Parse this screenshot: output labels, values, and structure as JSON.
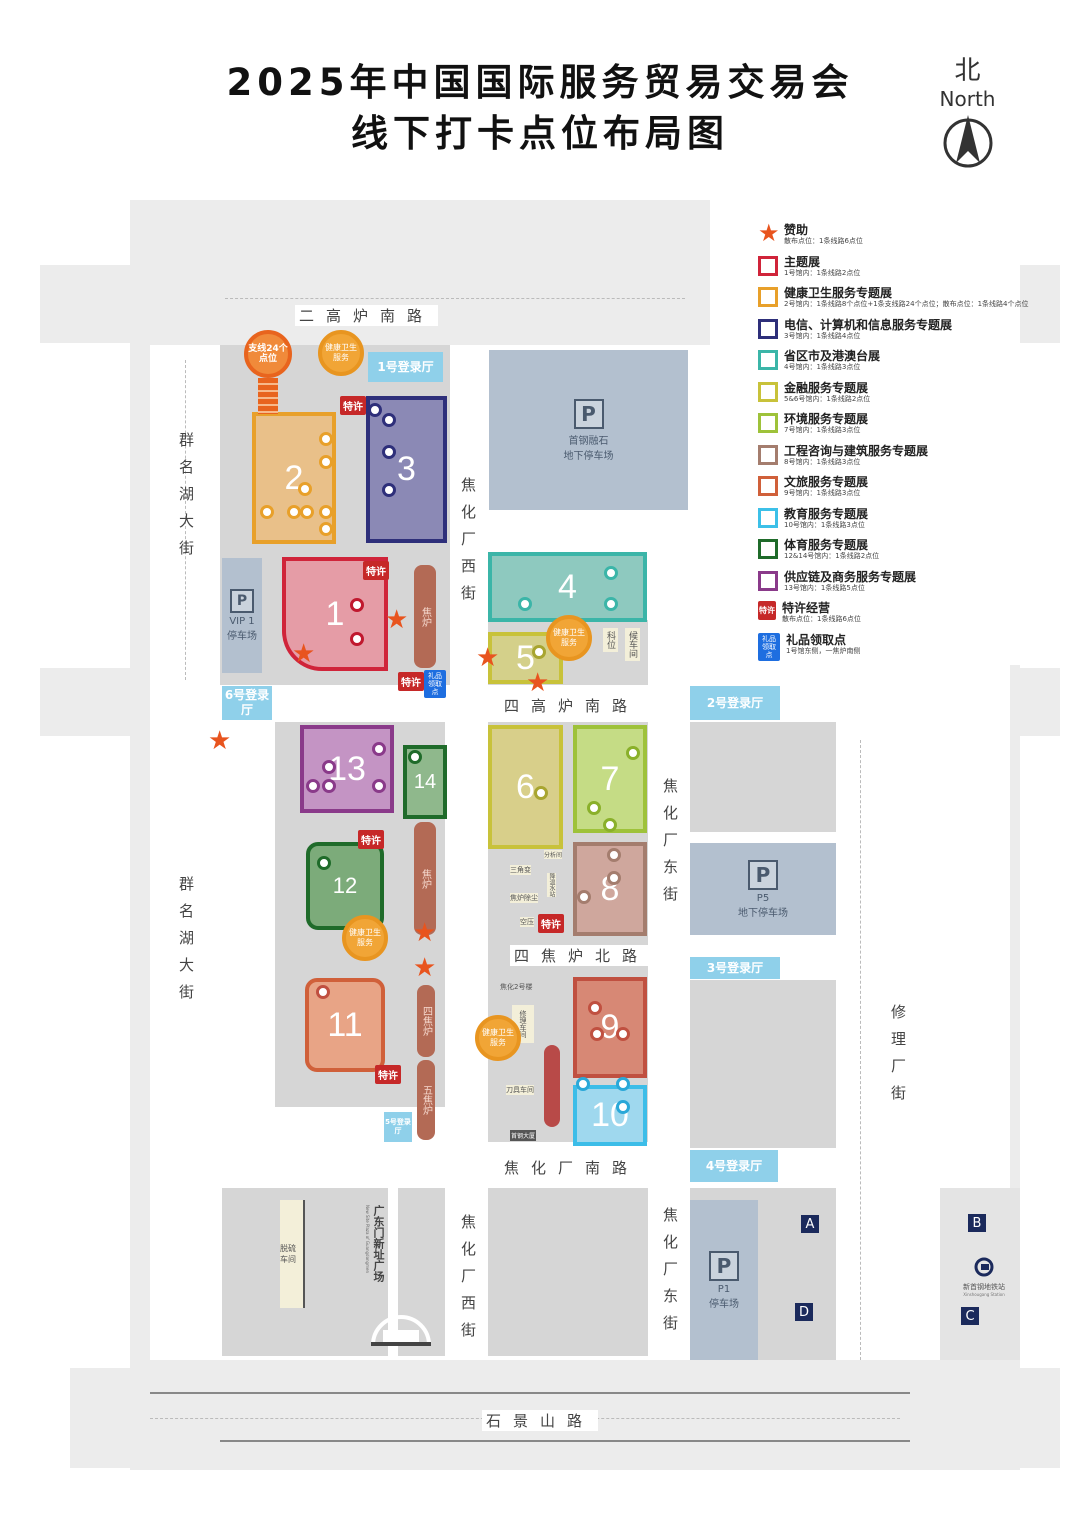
{
  "title": {
    "line1": "2025年中国国际服务贸易交易会",
    "line2": "线下打卡点位布局图"
  },
  "compass": {
    "zh": "北",
    "en": "North"
  },
  "legend": [
    {
      "icon": "star",
      "color": "#e8541e",
      "title": "赞助",
      "sub": "散布点位：1条线路6点位"
    },
    {
      "color": "#d0243a",
      "title": "主题展",
      "sub": "1号馆内：1条线路2点位"
    },
    {
      "color": "#e8a02a",
      "title": "健康卫生服务专题展",
      "sub": "2号馆内：1条线路8个点位+1条支线路24个点位；散布点位：1条线路4个点位"
    },
    {
      "color": "#2e2f7a",
      "title": "电信、计算机和信息服务专题展",
      "sub": "3号馆内：1条线路4点位"
    },
    {
      "color": "#3bb5a8",
      "title": "省区市及港澳台展",
      "sub": "4号馆内：1条线路3点位"
    },
    {
      "color": "#c8c23a",
      "title": "金融服务专题展",
      "sub": "5&6号馆内：1条线路2点位"
    },
    {
      "color": "#9ec23a",
      "title": "环境服务专题展",
      "sub": "7号馆内：1条线路3点位"
    },
    {
      "color": "#a47d6e",
      "title": "工程咨询与建筑服务专题展",
      "sub": "8号馆内：1条线路3点位"
    },
    {
      "color": "#d0603a",
      "title": "文旅服务专题展",
      "sub": "9号馆内：1条线路3点位"
    },
    {
      "color": "#3cc0e8",
      "title": "教育服务专题展",
      "sub": "10号馆内：1条线路3点位"
    },
    {
      "color": "#1f6b2a",
      "title": "体育服务专题展",
      "sub": "12&14号馆内：1条线路2点位"
    },
    {
      "color": "#8a3a8a",
      "title": "供应链及商务服务专题展",
      "sub": "13号馆内：1条线路5点位"
    },
    {
      "icon": "tx",
      "badge": "特许",
      "title": "特许经营",
      "sub": "散布点位：1条线路6点位"
    },
    {
      "icon": "gift",
      "badge": "礼品领取点",
      "title": "礼品领取点",
      "sub": "1号馆东侧，一焦炉南侧"
    }
  ],
  "roads": {
    "north": "二高炉南路",
    "mid": "四高炉南路",
    "north2": "四焦炉北路",
    "south": "焦化厂南路",
    "bottom": "石景山路",
    "west1": "群名湖大街",
    "west2": "群名湖大街",
    "west_mid": "焦化厂西街",
    "west_low": "焦化厂西街",
    "east_mid": "焦化厂东街",
    "east_low": "焦化厂东街",
    "east_far": "修理厂街"
  },
  "halls": {
    "h1": "1",
    "h2": "2",
    "h3": "3",
    "h4": "4",
    "h5": "5",
    "h6": "6",
    "h7": "7",
    "h8": "8",
    "h9": "9",
    "h10": "10",
    "h11": "11",
    "h12": "12",
    "h13": "13",
    "h14": "14"
  },
  "entrances": {
    "e1": "1号登录厅",
    "e2": "2号登录厅",
    "e3": "3号登录厅",
    "e4": "4号登录厅",
    "e5": "5号登录厅",
    "e6": "6号登录厅"
  },
  "parking": {
    "p_shougang": {
      "letter": "P",
      "name": "首钢融石\n地下停车场"
    },
    "vip": {
      "letter": "P",
      "name": "VIP 1\n停车场"
    },
    "p5": {
      "letter": "P",
      "code": "P5",
      "name": "地下停车场"
    },
    "p1": {
      "letter": "P",
      "code": "P1",
      "name": "停车场"
    }
  },
  "badges": {
    "tx": "特许",
    "gift": "礼品领取点",
    "health": "健康卫生服务",
    "branch": "支线24个点位"
  },
  "towers": {
    "t1": "焦炉",
    "t2": "焦炉",
    "t3": "四焦炉",
    "t4": "五焦炉"
  },
  "places": {
    "kewei": "科位",
    "houche": "候车间",
    "sanjiao": "三角变",
    "jiaolu_chen": "焦炉除尘",
    "fenxi": "分析间",
    "jiangyu": "降温水站",
    "kongya": "空压",
    "jiaohua2": "焦化2号楼",
    "xiuli": "修理车间",
    "daoju": "刀具车间",
    "shougang_dasha": "首钢大厦",
    "tuoliu": "脱硫车间",
    "guangdongmen": "广东门新址广场",
    "guangdongmen_en": "New Site Plaza of Guangdongmen",
    "metro": "新首钢地铁站",
    "metro_en": "Xinshougang Station"
  },
  "metro_exits": [
    "A",
    "B",
    "C",
    "D"
  ]
}
